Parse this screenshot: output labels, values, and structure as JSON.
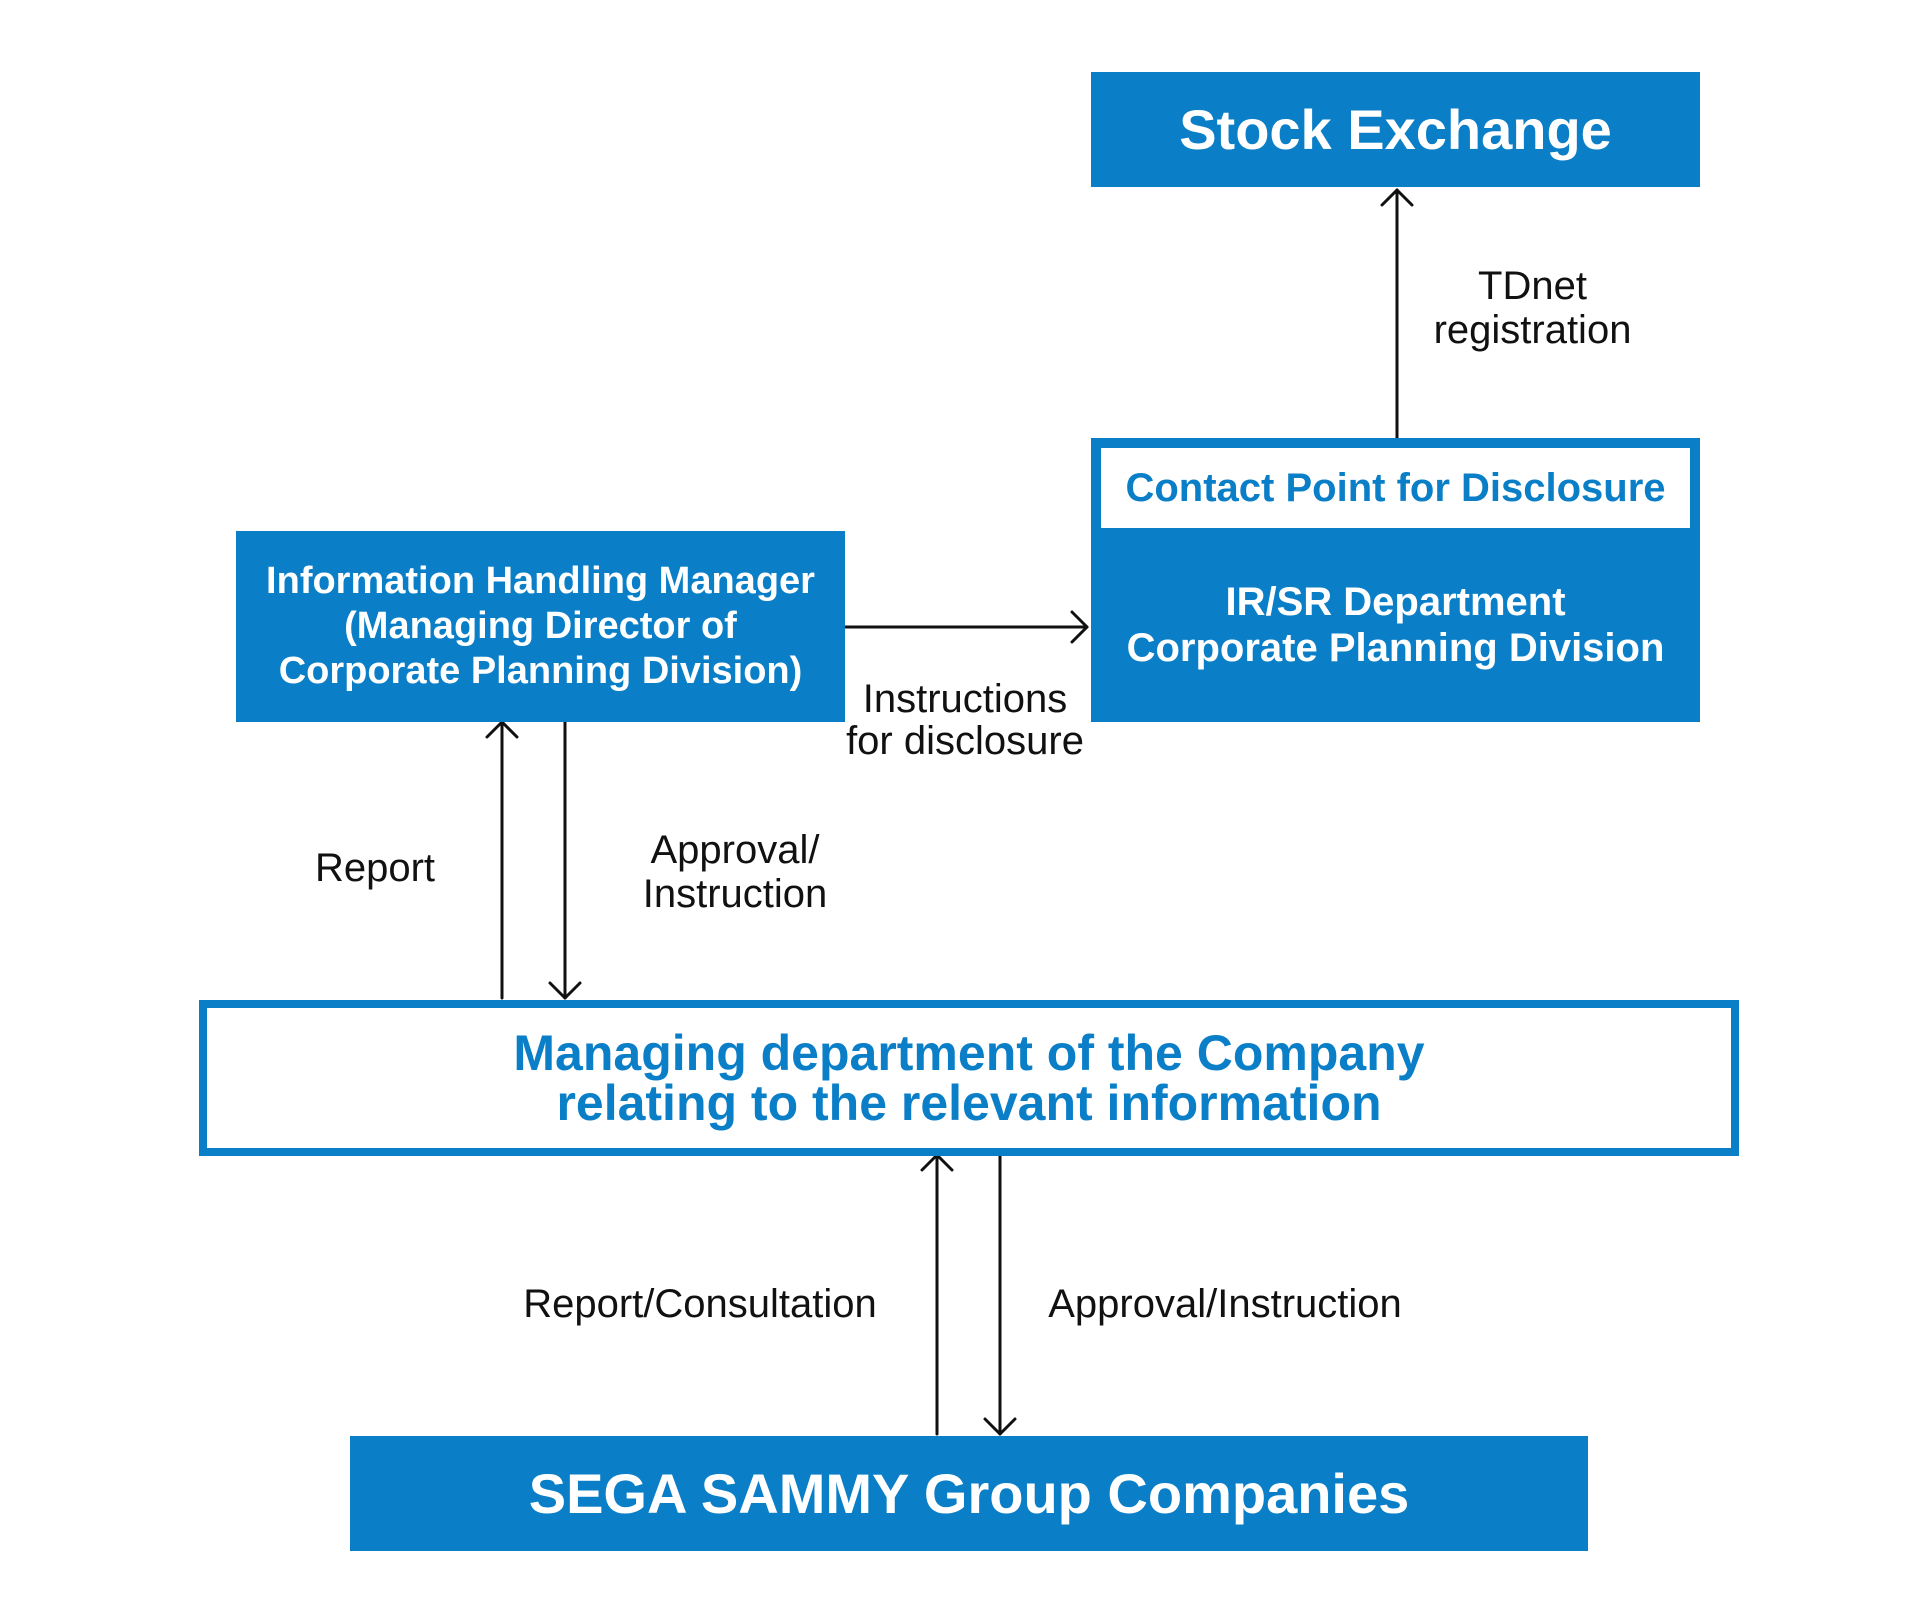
{
  "colors": {
    "accent": "#0a7fc7",
    "text": "#111111"
  },
  "nodes": {
    "stock_exchange": "Stock Exchange",
    "contact_point": "Contact Point for Disclosure",
    "irsr_line1": "IR/SR Department",
    "irsr_line2": "Corporate Planning Division",
    "ihm_line1": "Information Handling Manager",
    "ihm_line2": "(Managing Director of",
    "ihm_line3": "Corporate Planning Division)",
    "managing_line1": "Managing department of the Company",
    "managing_line2": "relating to the relevant information",
    "sega": "SEGA SAMMY Group Companies"
  },
  "edges": {
    "tdnet_line1": "TDnet",
    "tdnet_line2": "registration",
    "instructions_line1": "Instructions",
    "instructions_line2": "for disclosure",
    "report": "Report",
    "approval1_line1": "Approval/",
    "approval1_line2": "Instruction",
    "report_consultation": "Report/Consultation",
    "approval2": "Approval/Instruction"
  }
}
